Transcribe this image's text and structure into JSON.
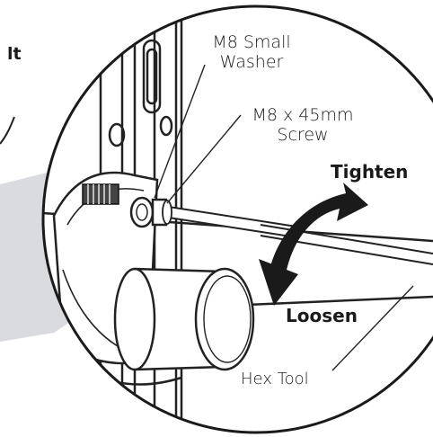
{
  "labels": {
    "edge_text": "lt",
    "washer_line1": "M8 Small",
    "washer_line2": "Washer",
    "screw_line1": "M8 x 45mm",
    "screw_line2": "Screw",
    "tighten": "Tighten",
    "loosen": "Loosen",
    "hex_tool": "Hex Tool"
  }
}
